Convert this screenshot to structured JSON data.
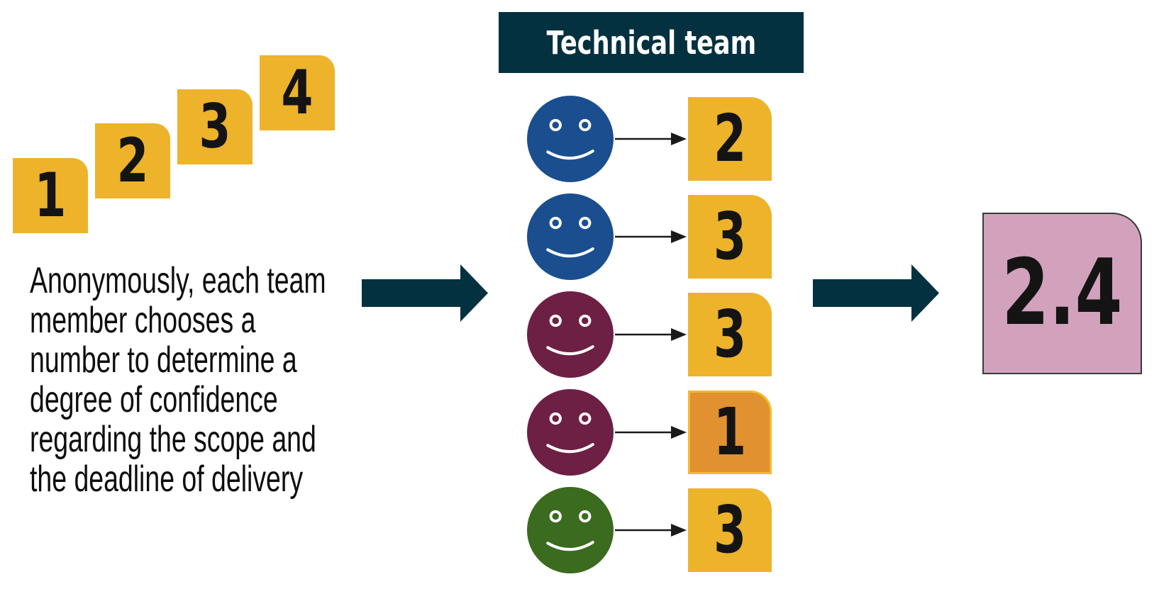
{
  "confidence_scale": {
    "notes": [
      "1",
      "2",
      "3",
      "4"
    ],
    "note_color_hex": "#ECB32B"
  },
  "description": {
    "text": "Anonymously, each team member chooses a number to determine a degree of confidence regarding the scope and the deadline of delivery",
    "lines": [
      "Anonymously, each team",
      "member chooses a",
      "number to determine a",
      "degree of confidence",
      "regarding the scope and",
      "the deadline of delivery"
    ]
  },
  "flow": {
    "left_arrow_icon": "right-arrow-icon",
    "right_arrow_icon": "right-arrow-icon",
    "arrow_color_hex": "#04313F"
  },
  "team_panel": {
    "title": "Technical team",
    "header_color_hex": "#04313F",
    "members": [
      {
        "avatar": "smiley-face-icon",
        "avatar_color": "blue",
        "avatar_hex": "#1A4E8E",
        "vote": "2",
        "note_color": "yellow",
        "note_hex": "#ECB32B"
      },
      {
        "avatar": "smiley-face-icon",
        "avatar_color": "blue",
        "avatar_hex": "#1A4E8E",
        "vote": "3",
        "note_color": "yellow",
        "note_hex": "#ECB32B"
      },
      {
        "avatar": "smiley-face-icon",
        "avatar_color": "maroon",
        "avatar_hex": "#6D1F44",
        "vote": "3",
        "note_color": "yellow",
        "note_hex": "#ECB32B"
      },
      {
        "avatar": "smiley-face-icon",
        "avatar_color": "maroon",
        "avatar_hex": "#6D1F44",
        "vote": "1",
        "note_color": "orange",
        "note_hex": "#E1912F"
      },
      {
        "avatar": "smiley-face-icon",
        "avatar_color": "green",
        "avatar_hex": "#3A6B1E",
        "vote": "3",
        "note_color": "yellow",
        "note_hex": "#ECB32B"
      }
    ]
  },
  "result": {
    "value": "2.4",
    "note_color": "pink",
    "note_hex": "#D2A2BC"
  }
}
